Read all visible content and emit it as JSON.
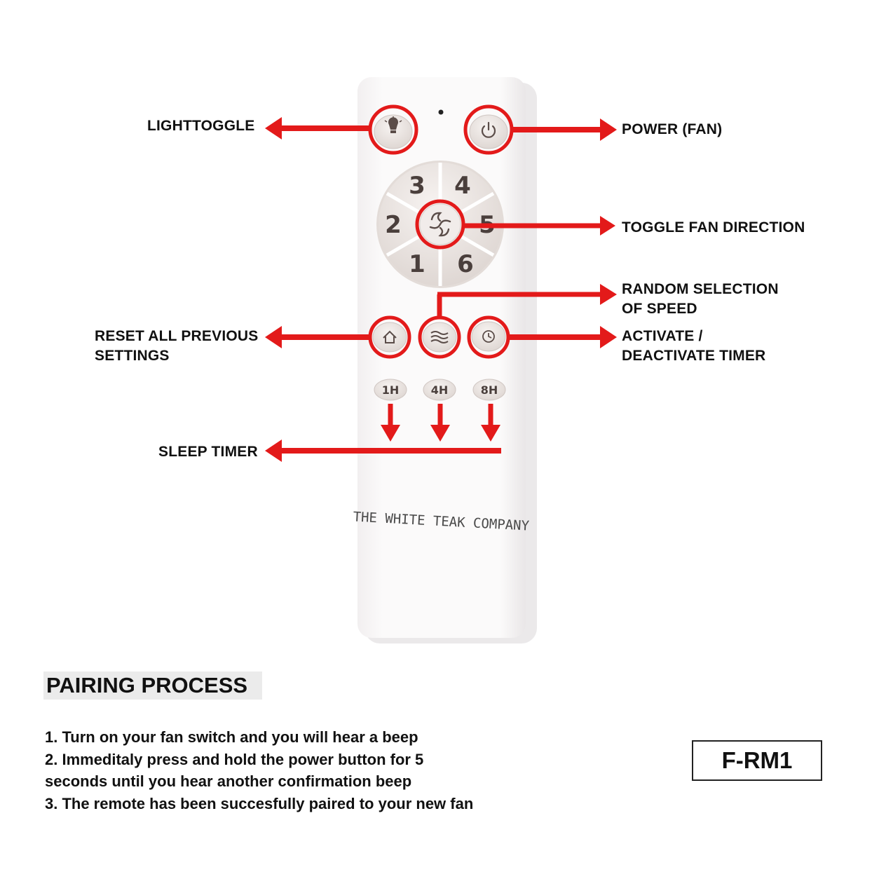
{
  "colors": {
    "accent": "#e31a1a",
    "remote_body": "#f9f7f8",
    "button": "#ece6e3",
    "text": "#111111"
  },
  "remote": {
    "brand_text": "THE WHITE TEAK COMPANY",
    "speed_buttons": [
      "3",
      "4",
      "2",
      "5",
      "1",
      "6"
    ],
    "timer_buttons": [
      "1H",
      "4H",
      "8H"
    ],
    "icons": {
      "light": "bulb-icon",
      "power": "power-icon",
      "direction": "fan-rotation-icon",
      "home": "home-icon",
      "random": "waves-icon",
      "timer": "timer-icon"
    }
  },
  "labels": {
    "light_toggle": "LIGHTTOGGLE",
    "power_fan": "POWER (FAN)",
    "toggle_direction": "TOGGLE FAN DIRECTION",
    "random_speed": [
      "RANDOM SELECTION",
      "OF SPEED"
    ],
    "reset": [
      "RESET ALL PREVIOUS",
      "SETTINGS"
    ],
    "timer": [
      "ACTIVATE /",
      "DEACTIVATE TIMER"
    ],
    "sleep_timer": "SLEEP TIMER"
  },
  "pairing": {
    "title": "PAIRING PROCESS",
    "steps": [
      "1. Turn on your fan switch and you will hear a beep",
      "2. Immeditaly press and hold the power button for 5",
      "seconds until you hear another confirmation beep",
      "3. The remote has been succesfully paired to your new fan"
    ]
  },
  "model": "F-RM1"
}
